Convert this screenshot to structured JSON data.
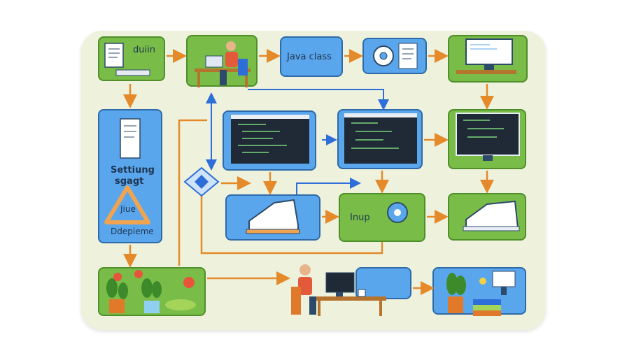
{
  "labels": {
    "duiin": "duiin",
    "java_class": "Java class",
    "setting_line1": "Settiung",
    "setting_line2": "sgagt",
    "jiue": "Jiue",
    "ddepieme": "Ddepieme",
    "inup": "Inup"
  },
  "colors": {
    "green": "#79bd48",
    "blue": "#5aa6ec",
    "arrow_orange": "#e48a2a",
    "arrow_blue": "#2e6ed8",
    "board": "#eef2dd"
  },
  "icons": [
    "document-icon",
    "laptop-icon",
    "person-icon",
    "gear-icon",
    "monitor-icon",
    "code-window-icon",
    "diamond-icon",
    "sneaker-icon",
    "warning-triangle-icon",
    "plant-icon",
    "flower-icon",
    "books-icon",
    "lightbulb-icon",
    "desk-icon"
  ]
}
